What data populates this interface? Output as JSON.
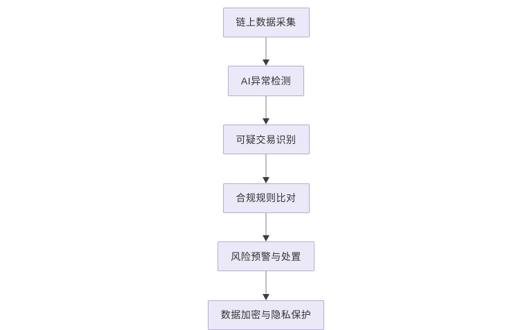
{
  "diagram": {
    "type": "flowchart",
    "orientation": "top-to-bottom",
    "background_color": "#ffffff",
    "node_fill_color": "#ebe8f8",
    "node_border_color": "#b9a9e3",
    "node_text_color": "#333333",
    "connector_color": "#7f7f7f",
    "arrowhead_color": "#3d3d3d",
    "nodes": [
      {
        "id": "node-1",
        "label": "链上数据采集"
      },
      {
        "id": "node-2",
        "label": "AI异常检测"
      },
      {
        "id": "node-3",
        "label": "可疑交易识别"
      },
      {
        "id": "node-4",
        "label": "合规规则比对"
      },
      {
        "id": "node-5",
        "label": "风险预警与处置"
      },
      {
        "id": "node-6",
        "label": "数据加密与隐私保护"
      }
    ],
    "edges": [
      {
        "id": "edge-1",
        "from": "node-1",
        "to": "node-2",
        "arrow": "down-arrow"
      },
      {
        "id": "edge-2",
        "from": "node-2",
        "to": "node-3",
        "arrow": "down-arrow"
      },
      {
        "id": "edge-3",
        "from": "node-3",
        "to": "node-4",
        "arrow": "down-arrow"
      },
      {
        "id": "edge-4",
        "from": "node-4",
        "to": "node-5",
        "arrow": "down-arrow"
      },
      {
        "id": "edge-5",
        "from": "node-5",
        "to": "node-6",
        "arrow": "down-arrow"
      }
    ]
  }
}
